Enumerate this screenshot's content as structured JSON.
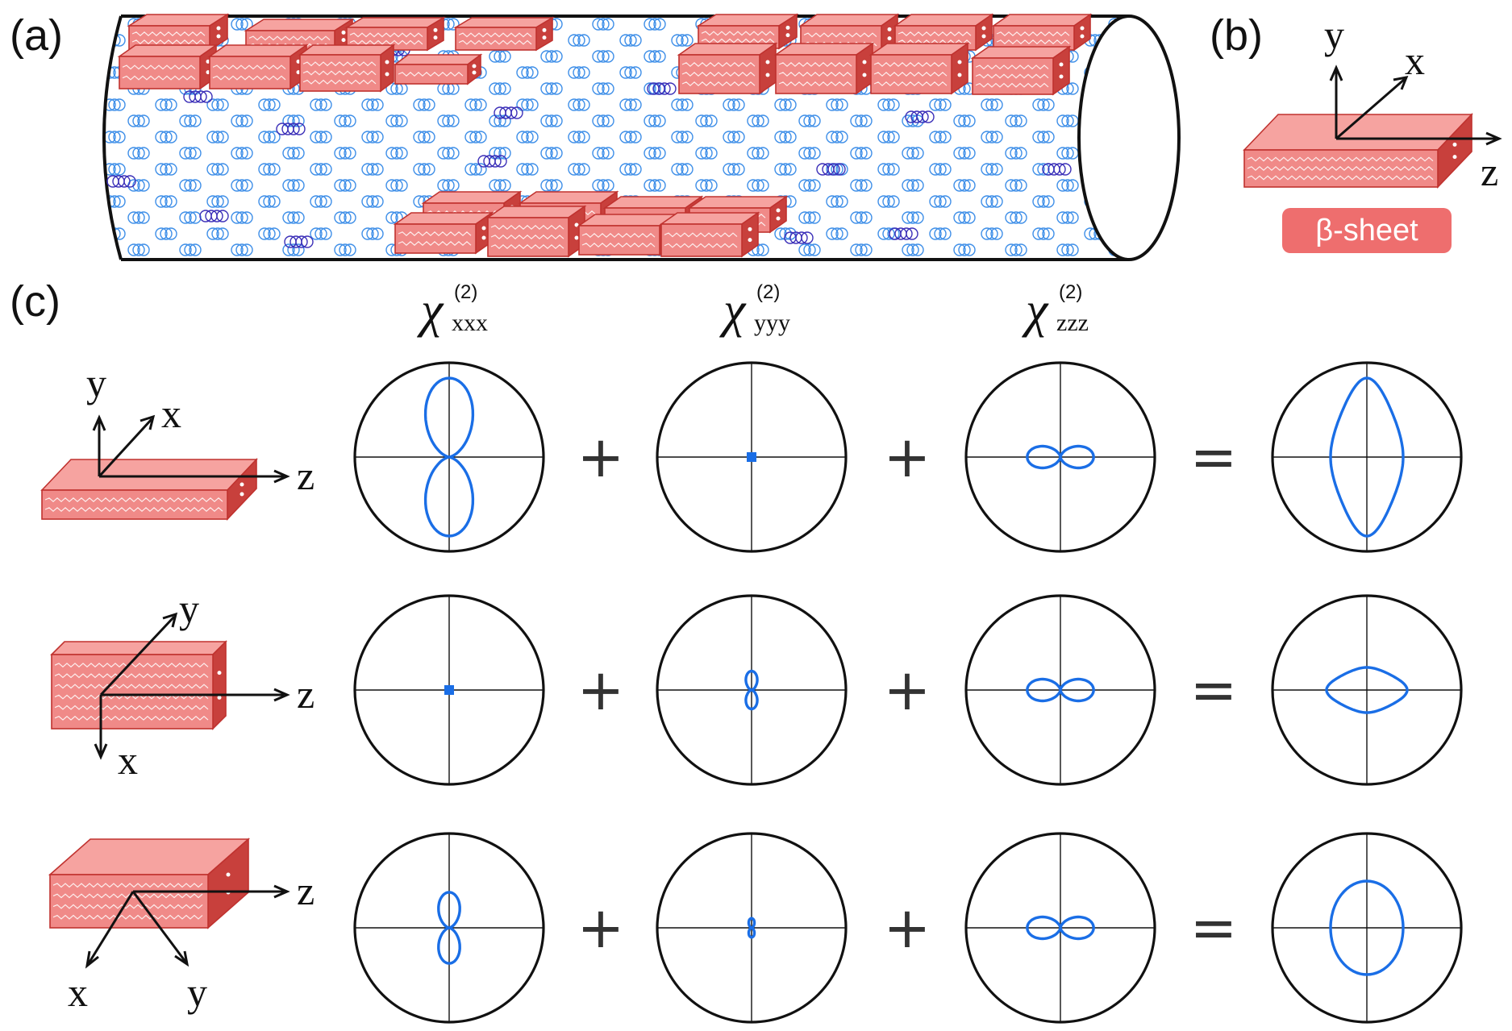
{
  "panels": {
    "a": "(a)",
    "b": "(b)",
    "c": "(c)"
  },
  "badge": {
    "text": "β-sheet"
  },
  "axes": {
    "x": "x",
    "y": "y",
    "z": "z"
  },
  "columns": [
    {
      "base": "χ",
      "sub": "xxx",
      "sup": "(2)"
    },
    {
      "base": "χ",
      "sub": "yyy",
      "sup": "(2)"
    },
    {
      "base": "χ",
      "sub": "zzz",
      "sup": "(2)"
    }
  ],
  "operators": {
    "plus": "+",
    "equals": "="
  },
  "colors": {
    "sheet_fill": "#f08a88",
    "sheet_stroke": "#c0322f",
    "badge": "#ee6e6e",
    "helix": "#3d8ee8",
    "helix_dark": "#3b2fb8",
    "polar": "#1a6ee6"
  }
}
